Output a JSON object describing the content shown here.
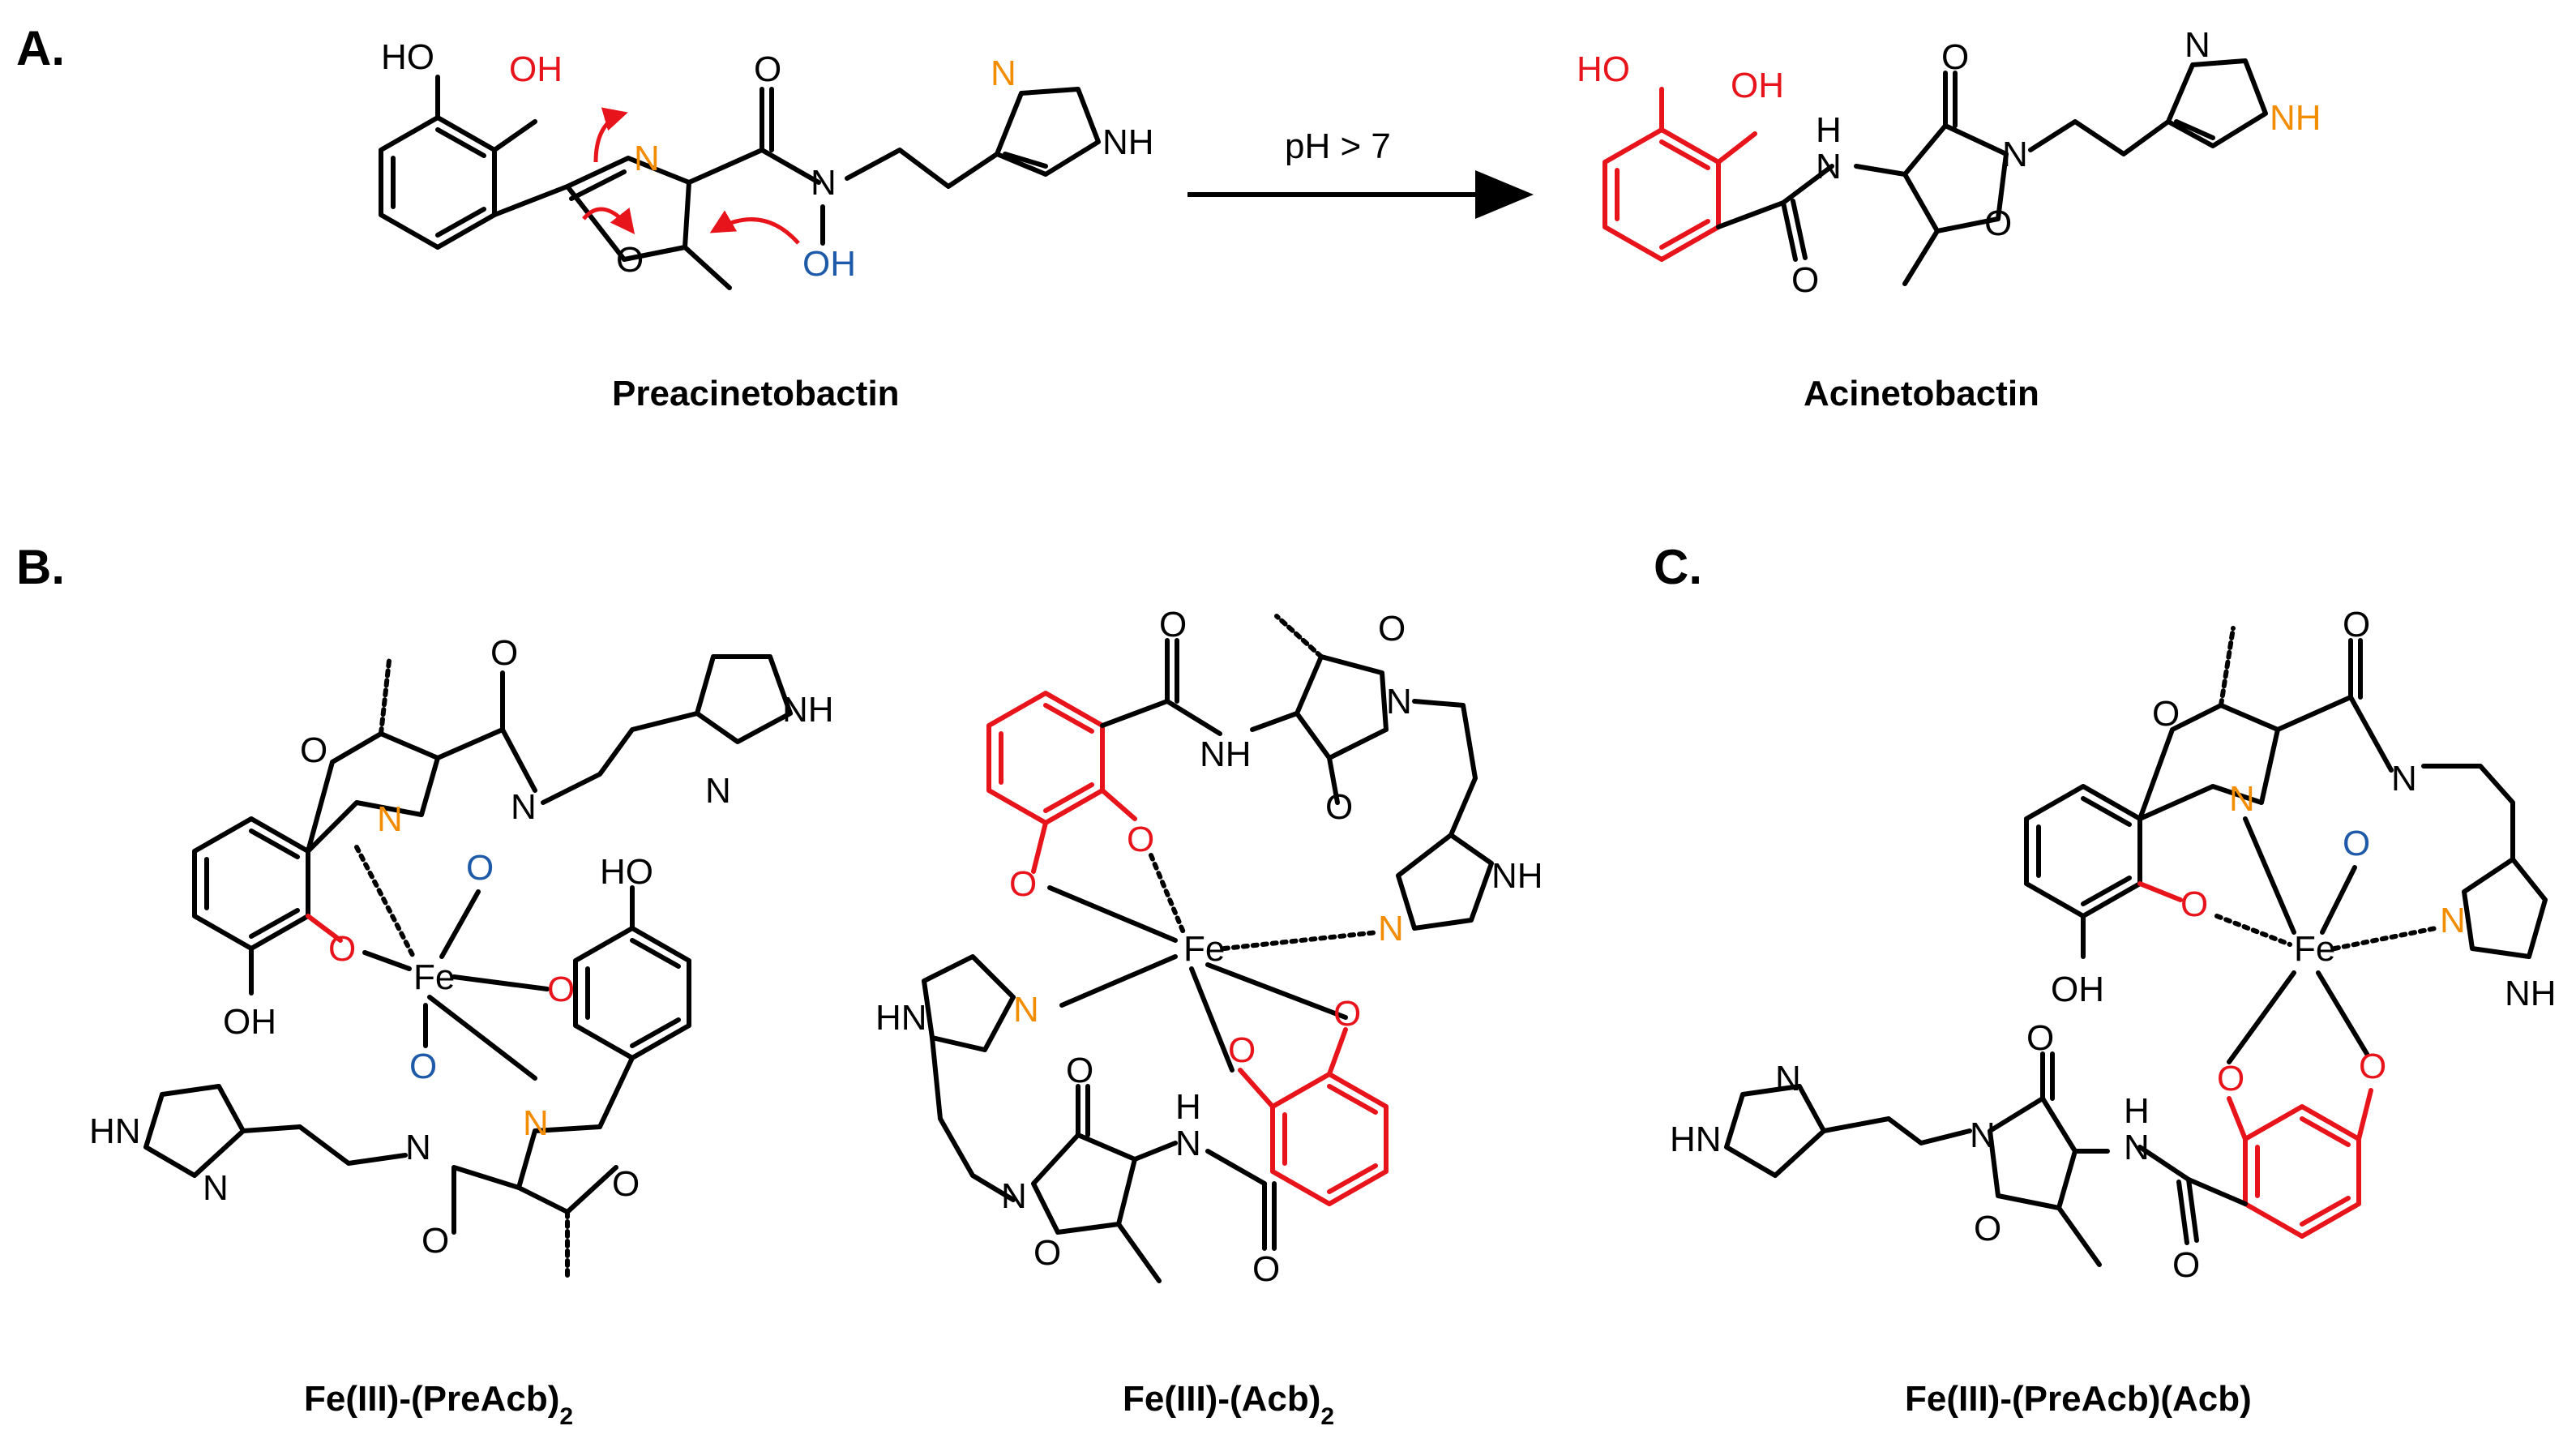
{
  "colors": {
    "black": "#000000",
    "red": "#e8141b",
    "orange": "#f28c00",
    "blue": "#1e5aa8"
  },
  "panels": {
    "a": {
      "letter": "A.",
      "reaction_condition": "pH > 7",
      "reactant_label": "Preacinetobactin",
      "product_label": "Acinetobactin"
    },
    "b": {
      "letter": "B.",
      "complex1_label": "Fe(III)-(PreAcb)",
      "complex1_subscript": "2",
      "complex2_label": "Fe(III)-(Acb)",
      "complex2_subscript": "2"
    },
    "c": {
      "letter": "C.",
      "complex_label": "Fe(III)-(PreAcb)(Acb)"
    }
  },
  "atoms": {
    "ho": "HO",
    "oh": "OH",
    "o": "O",
    "n": "N",
    "nh": "NH",
    "hn": "HN",
    "h": "H",
    "fe": "Fe"
  }
}
